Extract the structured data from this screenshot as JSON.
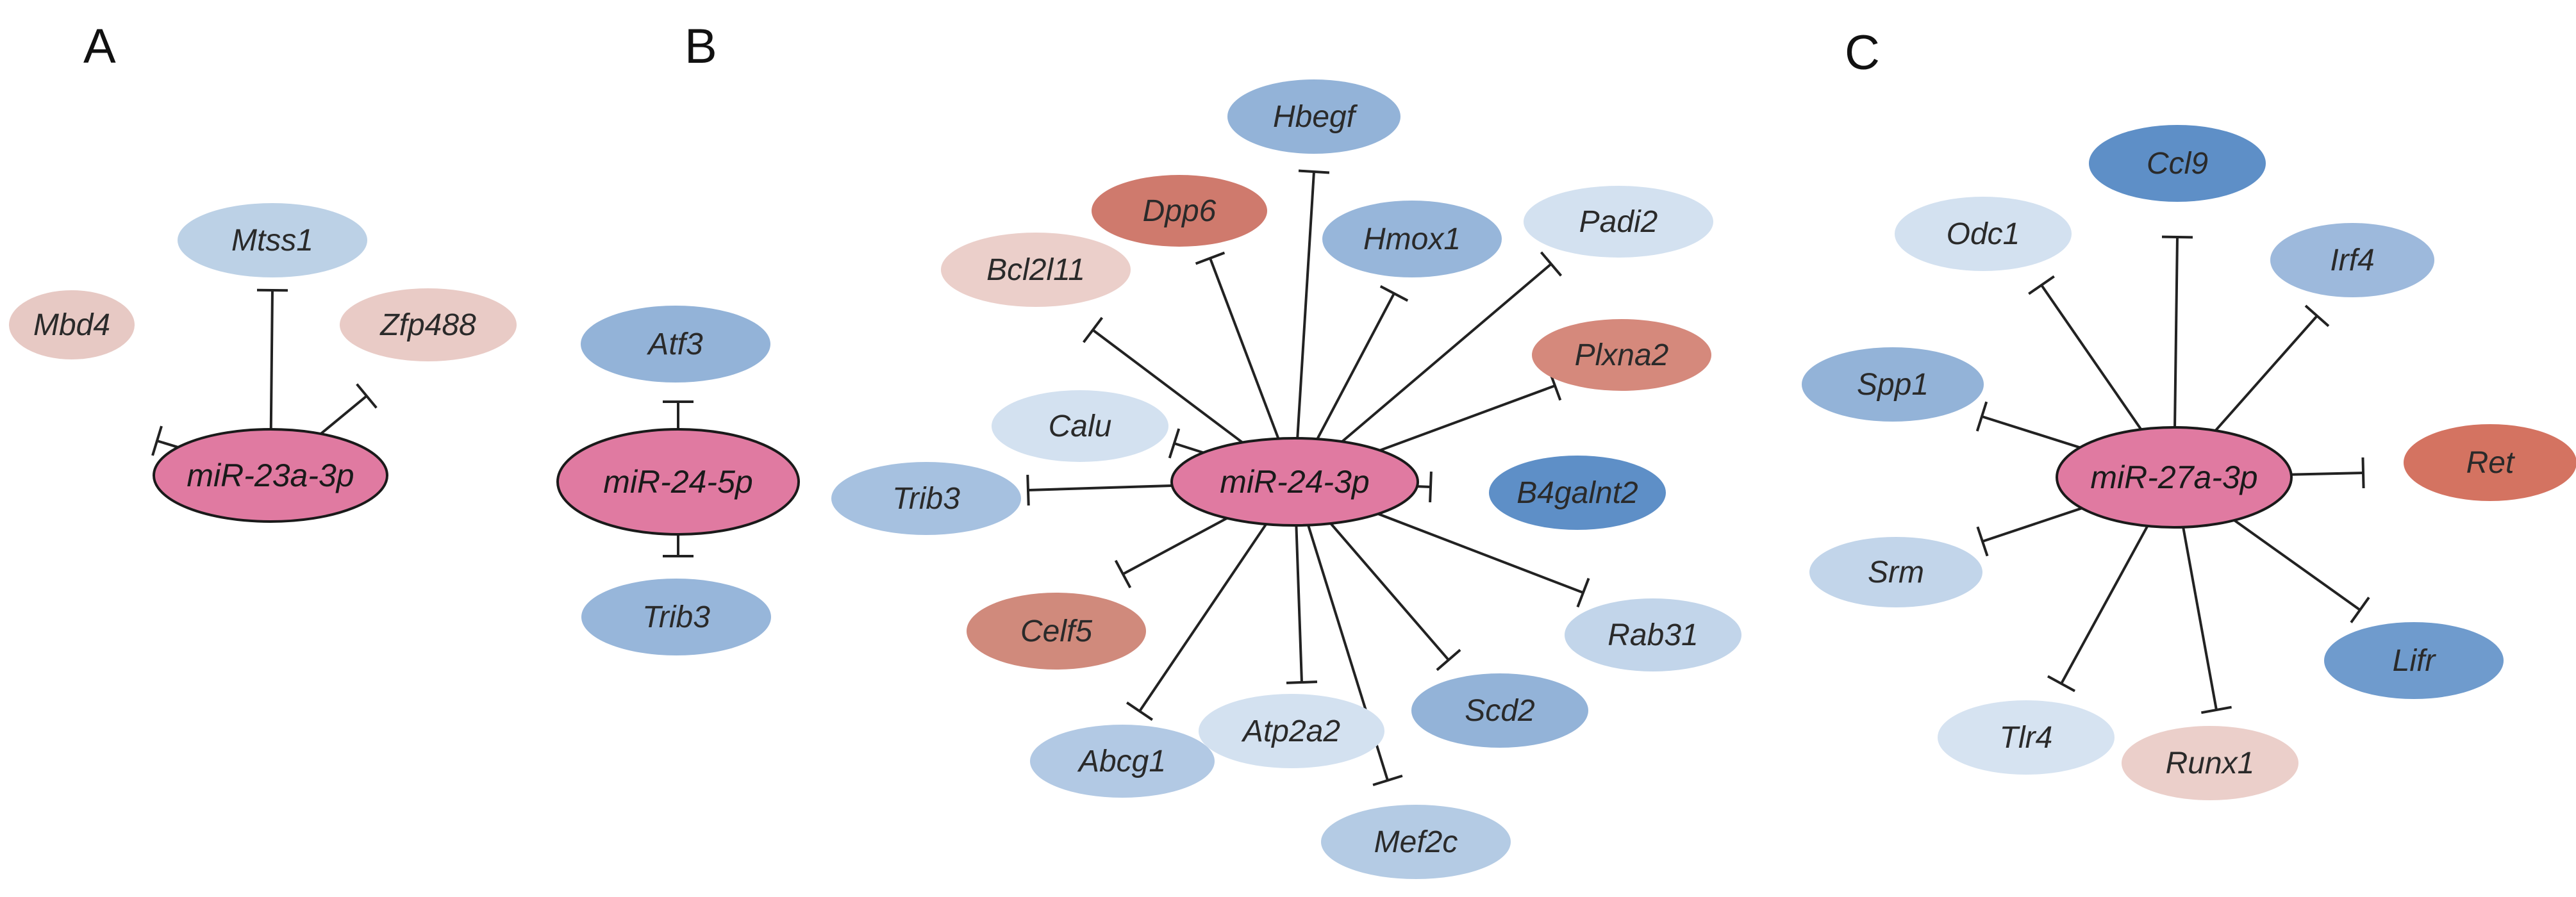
{
  "panels": [
    {
      "label": "A",
      "hub": "miR-23a-3p",
      "targets": [
        {
          "name": "Mbd4",
          "color": "#e7c9c4"
        },
        {
          "name": "Mtss1",
          "color": "#bcd1e6"
        },
        {
          "name": "Zfp488",
          "color": "#e9cbc6"
        }
      ]
    },
    {
      "label": "",
      "hub": "miR-24-5p",
      "targets": [
        {
          "name": "Atf3",
          "color": "#93b3d8"
        },
        {
          "name": "Trib3",
          "color": "#97b6da"
        }
      ]
    },
    {
      "label": "B",
      "hub": "miR-24-3p",
      "targets": [
        {
          "name": "Hbegf",
          "color": "#93b3d8"
        },
        {
          "name": "Dpp6",
          "color": "#cf7a6d"
        },
        {
          "name": "Hmox1",
          "color": "#97b6da"
        },
        {
          "name": "Padi2",
          "color": "#d3e1f0"
        },
        {
          "name": "Bcl2l11",
          "color": "#ebcfca"
        },
        {
          "name": "Plxna2",
          "color": "#d5897c"
        },
        {
          "name": "Calu",
          "color": "#d3e1f0"
        },
        {
          "name": "B4galnt2",
          "color": "#5e8fc7"
        },
        {
          "name": "Trib3",
          "color": "#a6c1e0"
        },
        {
          "name": "Celf5",
          "color": "#d08a7c"
        },
        {
          "name": "Rab31",
          "color": "#c2d5ea"
        },
        {
          "name": "Scd2",
          "color": "#93b3d8"
        },
        {
          "name": "Abcg1",
          "color": "#b2c9e4"
        },
        {
          "name": "Atp2a2",
          "color": "#d3e1f0"
        },
        {
          "name": "Mef2c",
          "color": "#b4cbe4"
        }
      ]
    },
    {
      "label": "C",
      "hub": "miR-27a-3p",
      "targets": [
        {
          "name": "Ccl9",
          "color": "#5e8fc7"
        },
        {
          "name": "Odc1",
          "color": "#d3e1f0"
        },
        {
          "name": "Irf4",
          "color": "#9db9dc"
        },
        {
          "name": "Spp1",
          "color": "#93b3d8"
        },
        {
          "name": "Ret",
          "color": "#d47361"
        },
        {
          "name": "Srm",
          "color": "#c2d5ea"
        },
        {
          "name": "Lifr",
          "color": "#6f9bcd"
        },
        {
          "name": "Tlr4",
          "color": "#d6e3f1"
        },
        {
          "name": "Runx1",
          "color": "#ebcfca"
        }
      ]
    }
  ],
  "colors": {
    "hub_fill": "#e07aa1",
    "edge": "#222222"
  }
}
